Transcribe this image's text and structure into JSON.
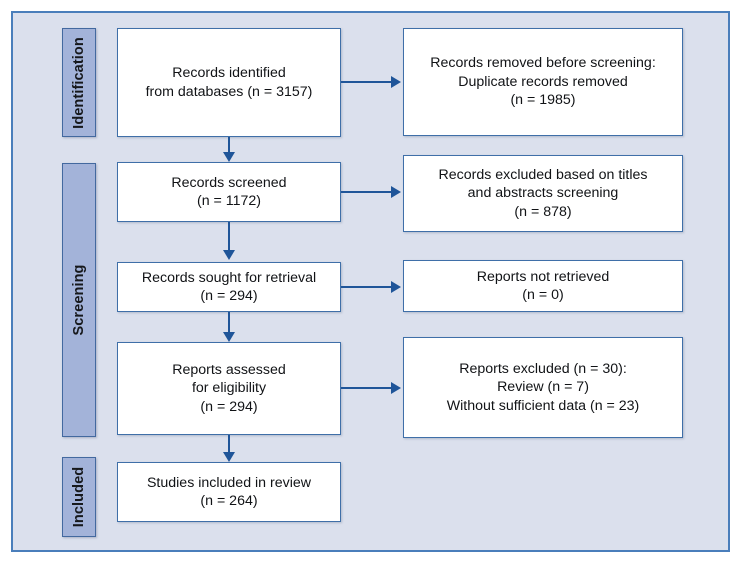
{
  "diagram": {
    "type": "prisma-flow-diagram",
    "colors": {
      "frame_background": "#dbe0ed",
      "frame_border": "#4a7ebb",
      "stage_bar_fill": "#a3b3d9",
      "stage_bar_border": "#43699f",
      "box_fill": "#ffffff",
      "box_border": "#3f6fa8",
      "arrow": "#1f5599",
      "text": "#111316"
    },
    "stages": [
      {
        "id": "identification",
        "label": "Identification"
      },
      {
        "id": "screening",
        "label": "Screening"
      },
      {
        "id": "included",
        "label": "Included"
      }
    ],
    "flow_nodes": [
      {
        "id": "records-identified",
        "stage": "identification",
        "column": "left",
        "text": "Records identified\nfrom databases (n = 3157)",
        "count": 3157
      },
      {
        "id": "records-screened",
        "stage": "screening",
        "column": "left",
        "text": "Records screened\n(n = 1172)",
        "count": 1172
      },
      {
        "id": "records-sought-for-retrieval",
        "stage": "screening",
        "column": "left",
        "text": "Records sought for retrieval\n(n = 294)",
        "count": 294
      },
      {
        "id": "reports-assessed-for-eligibility",
        "stage": "screening",
        "column": "left",
        "text": "Reports assessed\nfor eligibility\n(n = 294)",
        "count": 294
      },
      {
        "id": "studies-included-in-review",
        "stage": "included",
        "column": "left",
        "text": "Studies included in review\n(n = 264)",
        "count": 264
      }
    ],
    "exclusion_nodes": [
      {
        "id": "records-removed-before-screening",
        "stage": "identification",
        "column": "right",
        "text": "Records removed before screening:\nDuplicate records removed\n(n = 1985)",
        "count": 1985
      },
      {
        "id": "records-excluded-titles-abstracts",
        "stage": "screening",
        "column": "right",
        "text": "Records excluded based on titles\nand abstracts screening\n(n = 878)",
        "count": 878
      },
      {
        "id": "reports-not-retrieved",
        "stage": "screening",
        "column": "right",
        "text": "Reports not retrieved\n(n = 0)",
        "count": 0
      },
      {
        "id": "reports-excluded",
        "stage": "screening",
        "column": "right",
        "text": "Reports excluded (n = 30):\nReview (n = 7)\nWithout sufficient data (n = 23)",
        "count": 30,
        "breakdown": [
          {
            "reason": "Review",
            "count": 7
          },
          {
            "reason": "Without sufficient data",
            "count": 23
          }
        ]
      }
    ]
  }
}
